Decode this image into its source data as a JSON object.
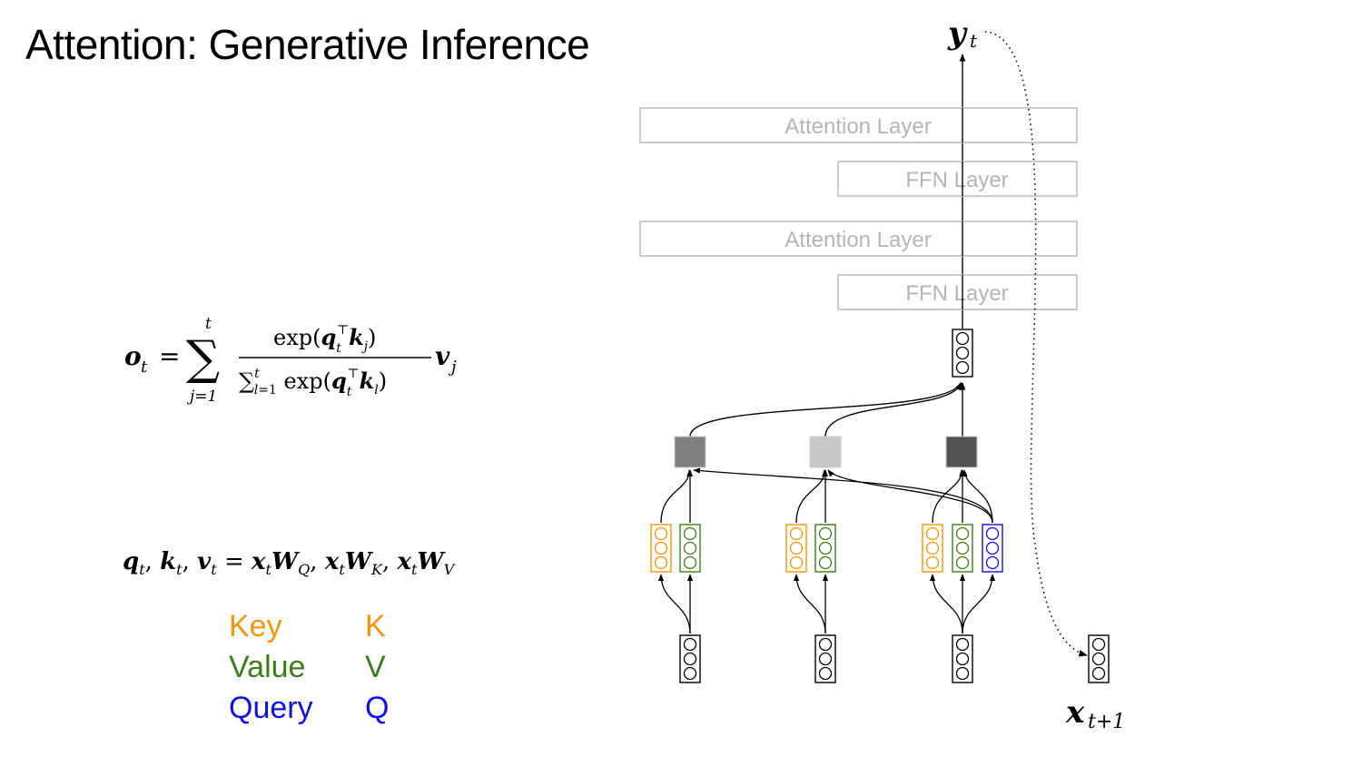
{
  "title": "Attention: Generative Inference",
  "equations": {
    "output": {
      "lhs": "o",
      "lhs_sub": "t",
      "equals": "=",
      "sum_upper": "t",
      "sum_lower": "j=1",
      "numerator": "exp(q_t^T k_j)",
      "denominator": "∑_{l=1}^{t} exp(q_t^T k_l)",
      "rhs": "v",
      "rhs_sub": "j"
    },
    "projection": "q_t, k_t, v_t = x_t W_Q, x_t W_K, x_t W_V"
  },
  "legend": [
    {
      "name": "Key",
      "symbol": "K",
      "color": "#f2950f"
    },
    {
      "name": "Value",
      "symbol": "V",
      "color": "#3d7a20"
    },
    {
      "name": "Query",
      "symbol": "Q",
      "color": "#1010e0"
    }
  ],
  "layers": [
    {
      "label": "Attention Layer"
    },
    {
      "label": "FFN Layer"
    },
    {
      "label": "Attention Layer"
    },
    {
      "label": "FFN Layer"
    }
  ],
  "output_label": {
    "base": "y",
    "sub": "t"
  },
  "next_input_label": {
    "base": "x",
    "sub": "t+1"
  },
  "attention_weights": [
    0.6,
    0.2,
    0.85
  ],
  "colors": {
    "key": "#f2950f",
    "value": "#3d7a20",
    "query": "#1010e0",
    "layer_border": "#bbbbbb",
    "layer_text": "#b5b5b5"
  }
}
